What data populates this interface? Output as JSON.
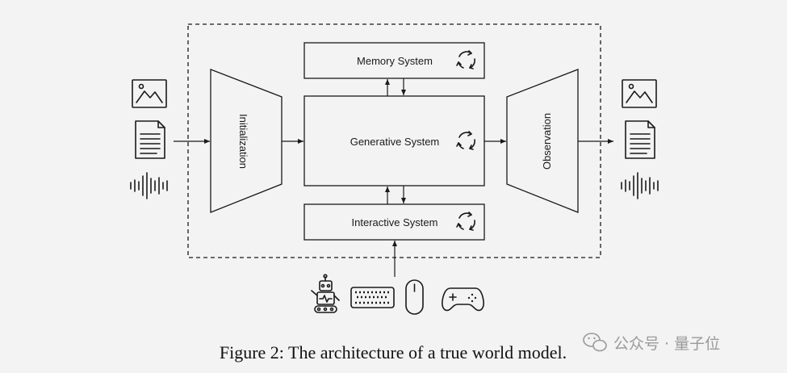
{
  "diagram": {
    "nodes": {
      "initialization": "Initialization",
      "memory": "Memory System",
      "generative": "Generative System",
      "interactive": "Interactive System",
      "observation": "Observation"
    },
    "inputs": [
      "image-icon",
      "document-icon",
      "audio-waveform-icon"
    ],
    "outputs": [
      "image-icon",
      "document-icon",
      "audio-waveform-icon"
    ],
    "interaction_devices": [
      "robot-icon",
      "keyboard-icon",
      "mouse-icon",
      "gamepad-icon"
    ],
    "system_icon": "cycle-arrows-icon",
    "colors": {
      "line": "#1a1a1a",
      "background": "#f3f3f3",
      "watermark": "#9a9a9a"
    }
  },
  "caption": "Figure 2: The architecture of a true world model.",
  "watermark": "公众号 · 量子位"
}
